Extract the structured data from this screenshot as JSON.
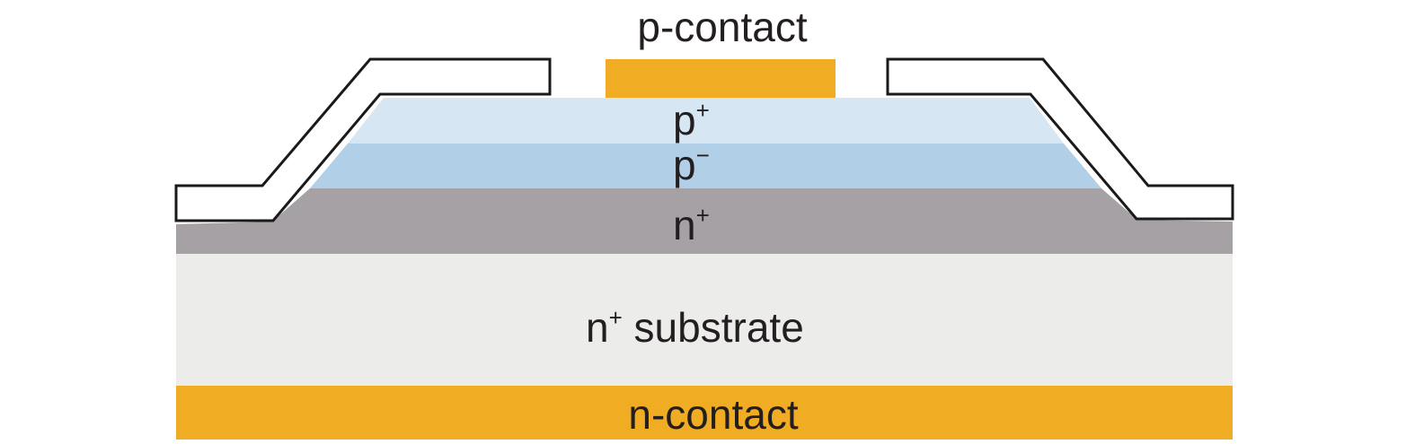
{
  "labels": {
    "p_contact": "p-contact",
    "p_plus_base": "p",
    "p_plus_sup": "+",
    "p_minus_base": "p",
    "p_minus_sup": "−",
    "n_plus_base": "n",
    "n_plus_sup": "+",
    "substrate_base": "n",
    "substrate_sup": "+",
    "substrate_rest": " substrate",
    "n_contact": "n-contact"
  },
  "colors": {
    "contact": "#f0ac23",
    "p_plus_layer": "#d6e6f2",
    "p_minus_layer": "#b1cfe6",
    "n_plus_layer": "#a5a1a4",
    "substrate": "#ececeb",
    "passivation_outline": "#1a1a1a",
    "text": "#231f20"
  }
}
